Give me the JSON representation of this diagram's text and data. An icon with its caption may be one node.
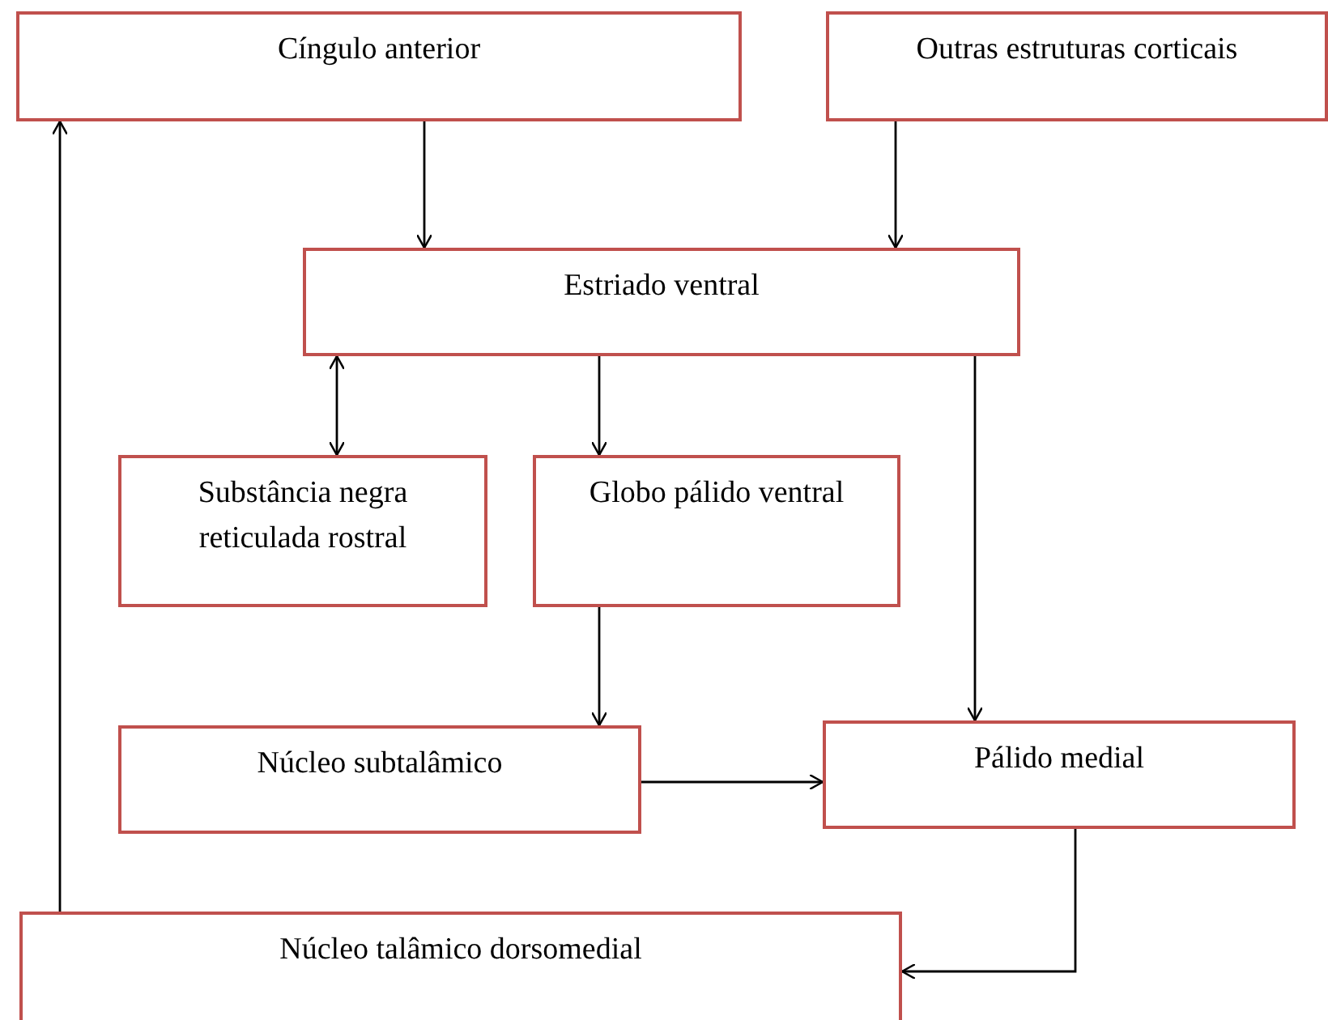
{
  "diagram": {
    "nodes": [
      {
        "text": [
          "Cíngulo anterior"
        ]
      },
      {
        "text": [
          "Outras estruturas corticais"
        ]
      },
      {
        "text": [
          "Estriado ventral"
        ]
      },
      {
        "text": [
          "Substância negra reticulada rostral"
        ]
      },
      {
        "text": [
          "Globo pálido ventral"
        ]
      },
      {
        "text": [
          "Núcleo subtalâmico"
        ]
      },
      {
        "text": [
          "Pálido medial"
        ]
      },
      {
        "text": [
          "Núcleo talâmico dorsomedial"
        ]
      }
    ],
    "edges": [
      {
        "from": 0,
        "to": 2,
        "arrow": "to"
      },
      {
        "from": 1,
        "to": 2,
        "arrow": "to"
      },
      {
        "from": 2,
        "to": 3,
        "arrow": "both"
      },
      {
        "from": 2,
        "to": 4,
        "arrow": "to"
      },
      {
        "from": 2,
        "to": 6,
        "arrow": "to"
      },
      {
        "from": 4,
        "to": 5,
        "arrow": "to"
      },
      {
        "from": 5,
        "to": 6,
        "arrow": "to"
      },
      {
        "from": 6,
        "to": 7,
        "arrow": "to"
      },
      {
        "from": 7,
        "to": 0,
        "arrow": "to"
      }
    ]
  }
}
